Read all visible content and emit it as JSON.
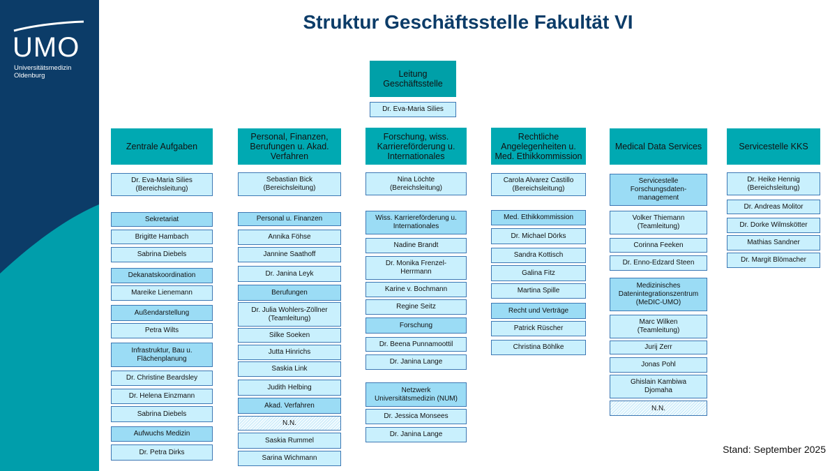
{
  "logo": {
    "name": "UMO",
    "subtitle_line1": "Universitätsmedizin",
    "subtitle_line2": "Oldenburg"
  },
  "colors": {
    "navy": "#0c3c68",
    "teal": "#009eab",
    "head_teal": "#00a9b2",
    "person_fill": "#c9f0fd",
    "section_fill": "#9bdcf5",
    "border_blue": "#3c77b3"
  },
  "title": "Struktur Geschäftsstelle Fakultät VI",
  "leitung": {
    "label": "Leitung\nGeschäftsstelle",
    "person": "Dr. Eva-Maria Silies"
  },
  "footer": "Stand: September 2025",
  "columns": [
    {
      "head": "Zentrale Aufgaben",
      "items": [
        {
          "t": "person",
          "label": "Dr. Eva-Maria Silies\n(Bereichsleitung)"
        },
        {
          "t": "section",
          "label": "Sekretariat"
        },
        {
          "t": "person",
          "label": "Brigitte Hambach"
        },
        {
          "t": "person",
          "label": "Sabrina Diebels"
        },
        {
          "t": "section",
          "label": "Dekanatskoordination"
        },
        {
          "t": "person",
          "label": "Mareike Lienemann"
        },
        {
          "t": "section",
          "label": "Außendarstellung"
        },
        {
          "t": "person",
          "label": "Petra Wilts"
        },
        {
          "t": "section",
          "label": "Infrastruktur, Bau u.\nFlächenplanung"
        },
        {
          "t": "person",
          "label": "Dr. Christine Beardsley"
        },
        {
          "t": "person",
          "label": "Dr. Helena Einzmann"
        },
        {
          "t": "person",
          "label": "Sabrina Diebels"
        },
        {
          "t": "section",
          "label": "Aufwuchs Medizin"
        },
        {
          "t": "person",
          "label": "Dr. Petra Dirks"
        }
      ]
    },
    {
      "head": "Personal, Finanzen,\nBerufungen u. Akad.\nVerfahren",
      "items": [
        {
          "t": "person",
          "label": "Sebastian Bick\n(Bereichsleitung)"
        },
        {
          "t": "section",
          "label": "Personal u. Finanzen"
        },
        {
          "t": "person",
          "label": "Annika Föhse"
        },
        {
          "t": "person",
          "label": "Jannine Saathoff"
        },
        {
          "t": "person",
          "label": "Dr. Janina Leyk"
        },
        {
          "t": "section",
          "label": "Berufungen"
        },
        {
          "t": "person",
          "label": "Dr. Julia Wohlers-Zöllner\n(Teamleitung)"
        },
        {
          "t": "person",
          "label": "Silke Soeken"
        },
        {
          "t": "person",
          "label": "Jutta Hinrichs"
        },
        {
          "t": "person",
          "label": "Saskia Link"
        },
        {
          "t": "person",
          "label": "Judith Helbing"
        },
        {
          "t": "section",
          "label": "Akad. Verfahren"
        },
        {
          "t": "vacant",
          "label": "N.N."
        },
        {
          "t": "person",
          "label": "Saskia Rummel"
        },
        {
          "t": "person",
          "label": "Sarina Wichmann"
        }
      ]
    },
    {
      "head": "Forschung, wiss.\nKarriereförderung u.\nInternationales",
      "items": [
        {
          "t": "person",
          "label": "Nina Löchte\n(Bereichsleitung)"
        },
        {
          "t": "section",
          "label": "Wiss. Karriereförderung u.\nInternationales"
        },
        {
          "t": "person",
          "label": "Nadine Brandt"
        },
        {
          "t": "person",
          "label": "Dr. Monika Frenzel-\nHerrmann"
        },
        {
          "t": "person",
          "label": "Karine v. Bochmann"
        },
        {
          "t": "person",
          "label": "Regine Seitz"
        },
        {
          "t": "section",
          "label": "Forschung"
        },
        {
          "t": "person",
          "label": "Dr. Beena Punnamoottil"
        },
        {
          "t": "person",
          "label": "Dr. Janina Lange"
        },
        {
          "t": "section",
          "label": "Netzwerk\nUniversitätsmedizin (NUM)"
        },
        {
          "t": "person",
          "label": "Dr. Jessica Monsees"
        },
        {
          "t": "person",
          "label": "Dr. Janina Lange"
        }
      ]
    },
    {
      "head": "Rechtliche\nAngelegenheiten u.\nMed. Ethikkommission",
      "items": [
        {
          "t": "person",
          "label": "Carola Alvarez Castillo\n(Bereichsleitung)"
        },
        {
          "t": "section",
          "label": "Med. Ethikkommission"
        },
        {
          "t": "person",
          "label": "Dr. Michael Dörks"
        },
        {
          "t": "person",
          "label": "Sandra Kottisch"
        },
        {
          "t": "person",
          "label": "Galina Fitz"
        },
        {
          "t": "person",
          "label": "Martina Spille"
        },
        {
          "t": "section",
          "label": "Recht und Verträge"
        },
        {
          "t": "person",
          "label": "Patrick Rüscher"
        },
        {
          "t": "person",
          "label": "Christina Böhlke"
        }
      ]
    },
    {
      "head": "Medical Data Services",
      "items": [
        {
          "t": "section",
          "label": "Servicestelle\nForschungsdaten-\nmanagement"
        },
        {
          "t": "person",
          "label": "Volker Thiemann\n(Teamleitung)"
        },
        {
          "t": "person",
          "label": "Corinna Feeken"
        },
        {
          "t": "person",
          "label": "Dr. Enno-Edzard Steen"
        },
        {
          "t": "section",
          "label": "Medizinisches\nDatenintegrationszentrum\n(MeDIC-UMO)"
        },
        {
          "t": "person",
          "label": "Marc Wilken\n(Teamleitung)"
        },
        {
          "t": "person",
          "label": "Jurij Zerr"
        },
        {
          "t": "person",
          "label": "Jonas Pohl"
        },
        {
          "t": "person",
          "label": "Ghislain Kambiwa\nDjomaha"
        },
        {
          "t": "vacant",
          "label": "N.N."
        }
      ]
    },
    {
      "head": "Servicestelle KKS",
      "items": [
        {
          "t": "person",
          "label": "Dr. Heike Hennig\n(Bereichsleitung)"
        },
        {
          "t": "person",
          "label": "Dr. Andreas Molitor"
        },
        {
          "t": "person",
          "label": "Dr. Dorke Wilmskötter"
        },
        {
          "t": "person",
          "label": "Mathias Sandner"
        },
        {
          "t": "person",
          "label": "Dr. Margit Blömacher"
        }
      ]
    }
  ]
}
